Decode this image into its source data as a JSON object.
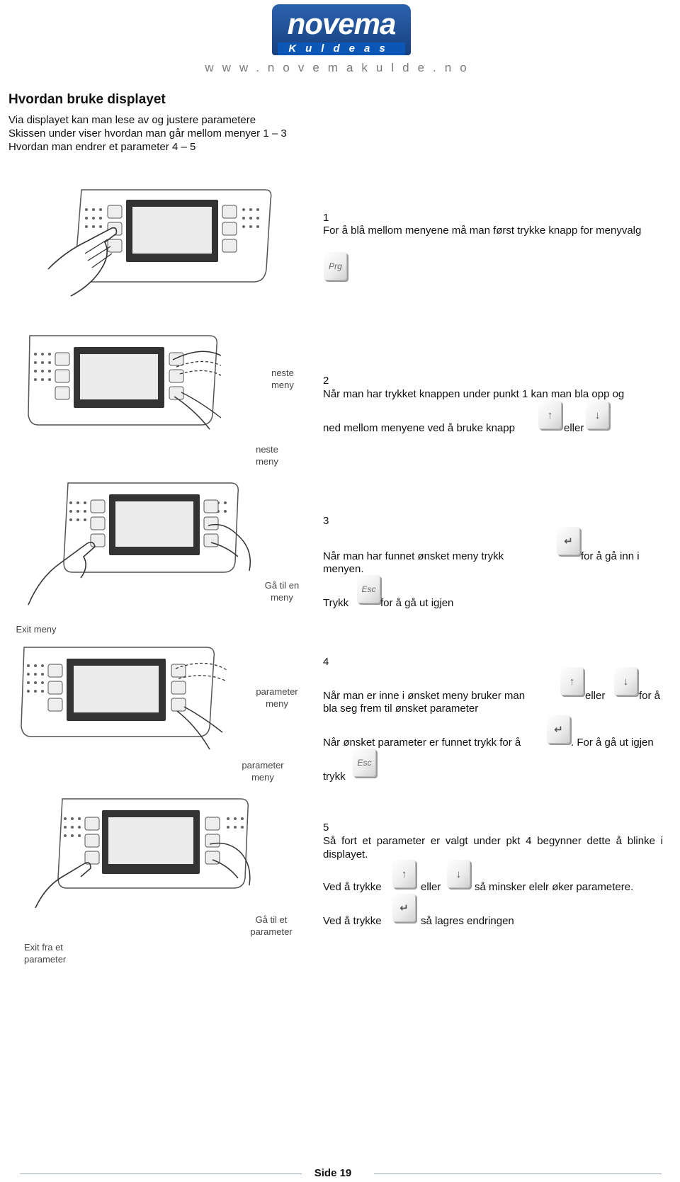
{
  "header": {
    "logo_main": "novema",
    "logo_sub": "Kuldeas",
    "website": "www.novemakulde.no"
  },
  "intro": {
    "title": "Hvordan bruke displayet",
    "lines": [
      "Via displayet kan man lese av og justere parametere",
      "Skissen under viser hvordan man går mellom menyer 1 – 3",
      "Hvordan man endrer et parameter 4 – 5"
    ]
  },
  "keys": {
    "prg": "Prg",
    "esc": "Esc",
    "up": "↑",
    "down": "↓",
    "enter": "↵"
  },
  "illustrations": {
    "labels": {
      "neste_meny": "neste meny",
      "ga_til_en_meny": "Gå til en meny",
      "exit_meny": "Exit meny",
      "parameter_meny": "parameter meny",
      "ga_til_et_parameter": "Gå til et parameter",
      "exit_fra_et_parameter": "Exit fra et parameter"
    }
  },
  "steps": [
    {
      "number": "1",
      "text": "For å blå mellom menyene må man først trykke knapp for menyvalg"
    },
    {
      "number": "2",
      "text": "Når man har trykket knappen under punkt 1 kan man bla opp og",
      "line2": "ned mellom menyene ved å bruke knapp",
      "or": "eller"
    },
    {
      "number": "3",
      "text_a": "Når man har funnet ønsket meny trykk",
      "text_b": "for å gå inn i",
      "text_c": "menyen.",
      "press": "Trykk",
      "exit": "for å gå ut igjen"
    },
    {
      "number": "4",
      "text_a": "Når man er inne i ønsket meny bruker man",
      "or": "eller",
      "text_b": "for å",
      "text_c": "bla seg frem til ønsket parameter",
      "found": "Når ønsket parameter er funnet trykk for å",
      "exit": ". For å gå ut igjen",
      "press": "trykk"
    },
    {
      "number": "5",
      "text": "Så fort et parameter er valgt under pkt 4 begynner dette å blinke i displayet.",
      "use": "Ved å trykke",
      "or": "eller",
      "adjust": "så minsker elelr øker parametere.",
      "use2": "Ved å trykke",
      "save": "så lagres endringen"
    }
  ],
  "footer": {
    "page": "Side 19"
  }
}
